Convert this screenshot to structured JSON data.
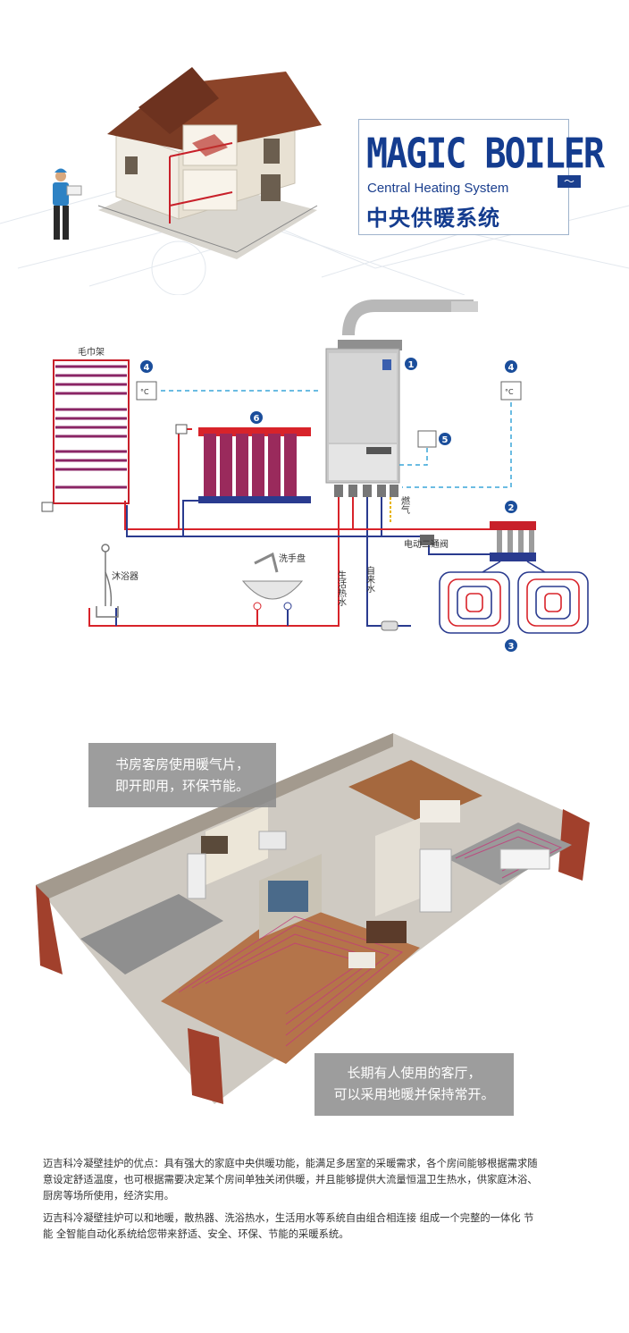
{
  "brand": {
    "title": "MAGIC BOILER",
    "subtitle": "Central Heating System",
    "title_cn": "中央供暖系统",
    "wave_glyph": "〜",
    "color": "#143c8f"
  },
  "schematic": {
    "towel_rack_label": "毛巾架",
    "shower_label": "沐浴器",
    "wash_basin_label": "洗手盘",
    "hot_water_label": "生活热水",
    "tap_water_label": "自来水",
    "gas_label": "燃气",
    "valve_label": "电动二通阀",
    "thermostat_symbol": "°C",
    "markers": [
      "1",
      "2",
      "3",
      "4",
      "4",
      "5",
      "6"
    ],
    "colors": {
      "hot": "#d8232a",
      "cold": "#2a3b8f",
      "signal": "#3aa6d8",
      "marker": "#1b4e9b"
    }
  },
  "callouts": {
    "study": [
      "书房客房使用暖气片，",
      "即开即用，环保节能。"
    ],
    "living": [
      "长期有人使用的客厅，",
      "可以采用地暖并保持常开。"
    ]
  },
  "description": {
    "para1": [
      "迈吉科冷凝壁挂炉的优点：具有强大的家庭中央供暖功能，能满足多居室的采暖需求，各个房间能够根据需求随",
      "意设定舒适温度，也可根据需要决定某个房间单独关闭供暖，并且能够提供大流量恒温卫生热水，供家庭沐浴、",
      "厨房等场所使用，经济实用。"
    ],
    "para2": [
      "迈吉科冷凝壁挂炉可以和地暖，散热器、洗浴热水，生活用水等系统自由组合相连接 组成一个完整的一体化 节",
      "能 全智能自动化系统给您带来舒适、安全、环保、节能的采暖系统。"
    ]
  }
}
